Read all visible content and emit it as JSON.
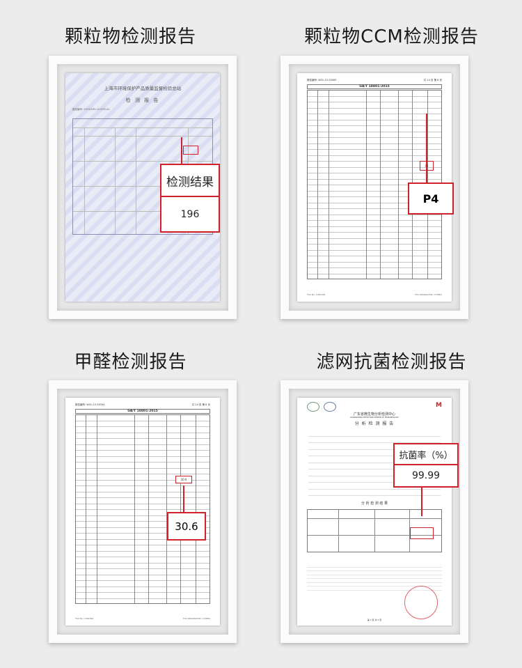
{
  "panels": [
    {
      "title": "颗粒物检测报告",
      "doc_header": "上海市环境保护产品质量监督检验总站",
      "doc_title": "检 测 报 告",
      "doc_no": "报告编号: 2015/Z05-15-005142",
      "callout_label": "检测结果",
      "callout_value": "196"
    },
    {
      "title": "颗粒物CCM检测报告",
      "doc_no": "报告编号: WCh-15-50063",
      "page_no": "共 14 页  第 8 页",
      "standard": "GB/T 18801-2015",
      "footer": "TSU No. 1300358",
      "footer_right": "TSU ORIGINATOR: CT/MEA",
      "callout_value": "P4",
      "mini_value": "P4"
    },
    {
      "title": "甲醛检测报告",
      "doc_no": "报告编号: WCh-15-50344",
      "page_no": "共 14 页  第 8 页",
      "standard": "GB/T 18801-2015",
      "footer": "TSU No. 1300358",
      "footer_right": "TSU ORIGINATOR: CT/MEA",
      "callout_value": "30.6",
      "mini_value": "30.6"
    },
    {
      "title": "滤网抗菌检测报告",
      "doc_header": "广东省微生物分析检测中心",
      "doc_header_en": "GUANGDONG DETECTION CENTER OF MICROBIOLOGY",
      "doc_title": "分 析 检 测 报 告",
      "result_title": "分 析 检 测 结 果",
      "callout_label": "抗菌率（%）",
      "callout_value": "99.99",
      "page_footer": "第 2 页 共 2 页"
    }
  ],
  "colors": {
    "accent": "#d0202a"
  }
}
